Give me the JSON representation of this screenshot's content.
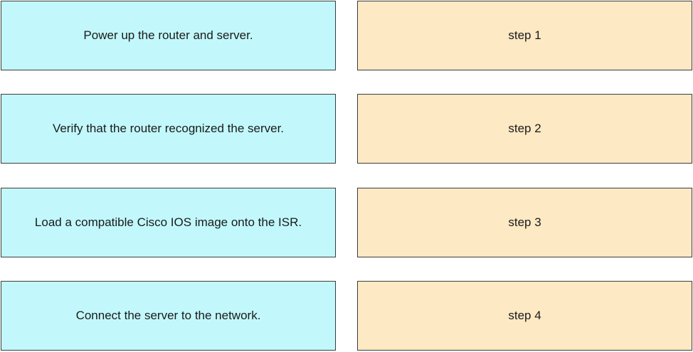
{
  "actions": [
    "Power up the router and server.",
    "Verify that the router recognized the server.",
    "Load a compatible Cisco IOS image onto the ISR.",
    "Connect the server to the network."
  ],
  "targets": [
    "step 1",
    "step 2",
    "step 3",
    "step 4"
  ],
  "colors": {
    "action_fill": "#c2f8fb",
    "target_fill": "#fde9c4",
    "border": "#3c3c3c"
  }
}
